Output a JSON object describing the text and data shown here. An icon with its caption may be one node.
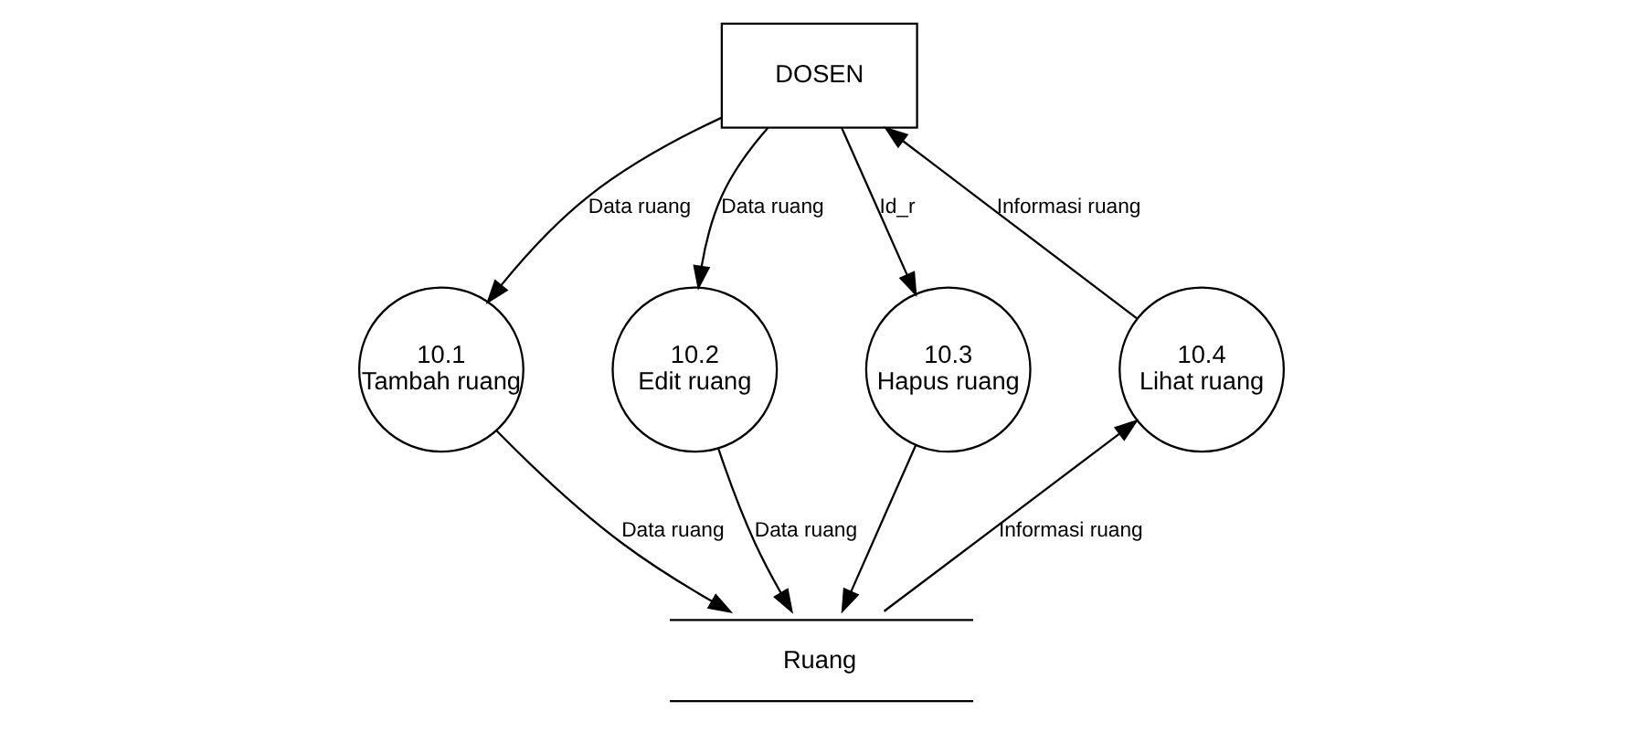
{
  "diagram": {
    "nodes": [
      {
        "text": [
          "DOSEN"
        ]
      },
      {
        "text": [
          "10.1",
          "Tambah ruang"
        ]
      },
      {
        "text": [
          "10.2",
          "Edit ruang"
        ]
      },
      {
        "text": [
          "10.3",
          "Hapus ruang"
        ]
      },
      {
        "text": [
          "10.4",
          "Lihat ruang"
        ]
      },
      {
        "text": [
          "Ruang"
        ]
      }
    ],
    "edges": [
      {
        "from": 0,
        "to": 3,
        "arrow": "to",
        "label": "Id_r"
      },
      {
        "from": 0,
        "to": 2,
        "arrow": "to",
        "label": "Data ruang"
      },
      {
        "from": 0,
        "to": 1,
        "arrow": "to",
        "label": "Data ruang"
      },
      {
        "from": 2,
        "to": 5,
        "arrow": "to",
        "label": "Data ruang"
      },
      {
        "from": 3,
        "to": 5,
        "arrow": "to"
      },
      {
        "from": 1,
        "to": 5,
        "arrow": "to",
        "label": "Data ruang"
      },
      {
        "from": 5,
        "to": 4,
        "arrow": "to",
        "label": "Informasi ruang"
      },
      {
        "from": 4,
        "to": 0,
        "arrow": "to",
        "label": "Informasi ruang"
      }
    ]
  }
}
